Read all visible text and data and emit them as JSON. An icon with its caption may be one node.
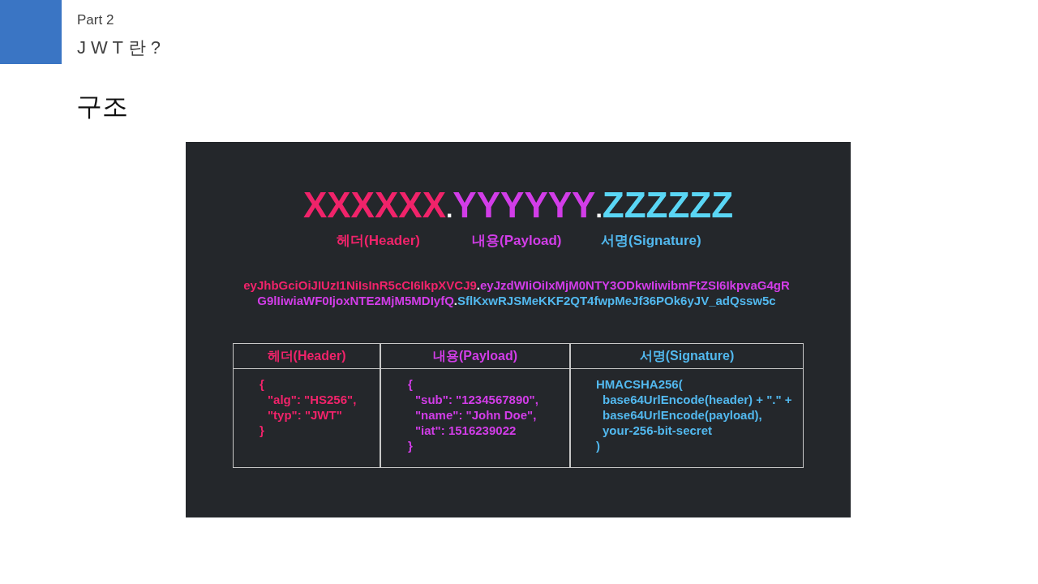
{
  "diagram": {
    "labels": [
      "Part 2",
      "J W T 란 ?",
      "구조",
      "XXXXXX",
      ".",
      "YYYYYY",
      ".",
      "ZZZZZZ",
      "헤더(Header)",
      "내용(Payload)",
      "서명(Signature)",
      "eyJhbGciOiJIUzI1NiIsInR5cCI6IkpXVCJ9",
      ".",
      "eyJzdWIiOiIxMjM0NTY3ODkwIiwibmFtZSI6IkpvaG4gRG9lIiwiaWF0IjoxNTE2MjM5MDIyfQ",
      ".",
      "SflKxwRJSMeKKF2QT4fwpMeJf36POk6yJV_adQssw5c",
      "헤더(Header)",
      "내용(Payload)",
      "서명(Signature)",
      "{",
      "\"alg\": \"HS256\",",
      "\"typ\": \"JWT\"",
      "}",
      "{",
      "\"sub\": \"1234567890\",",
      "\"name\": \"John Doe\",",
      "\"iat\": 1516239022",
      "}",
      "HMACSHA256(",
      "base64UrlEncode(header) + \".\" +",
      "base64UrlEncode(payload),",
      "your-256-bit-secret",
      ")"
    ]
  }
}
